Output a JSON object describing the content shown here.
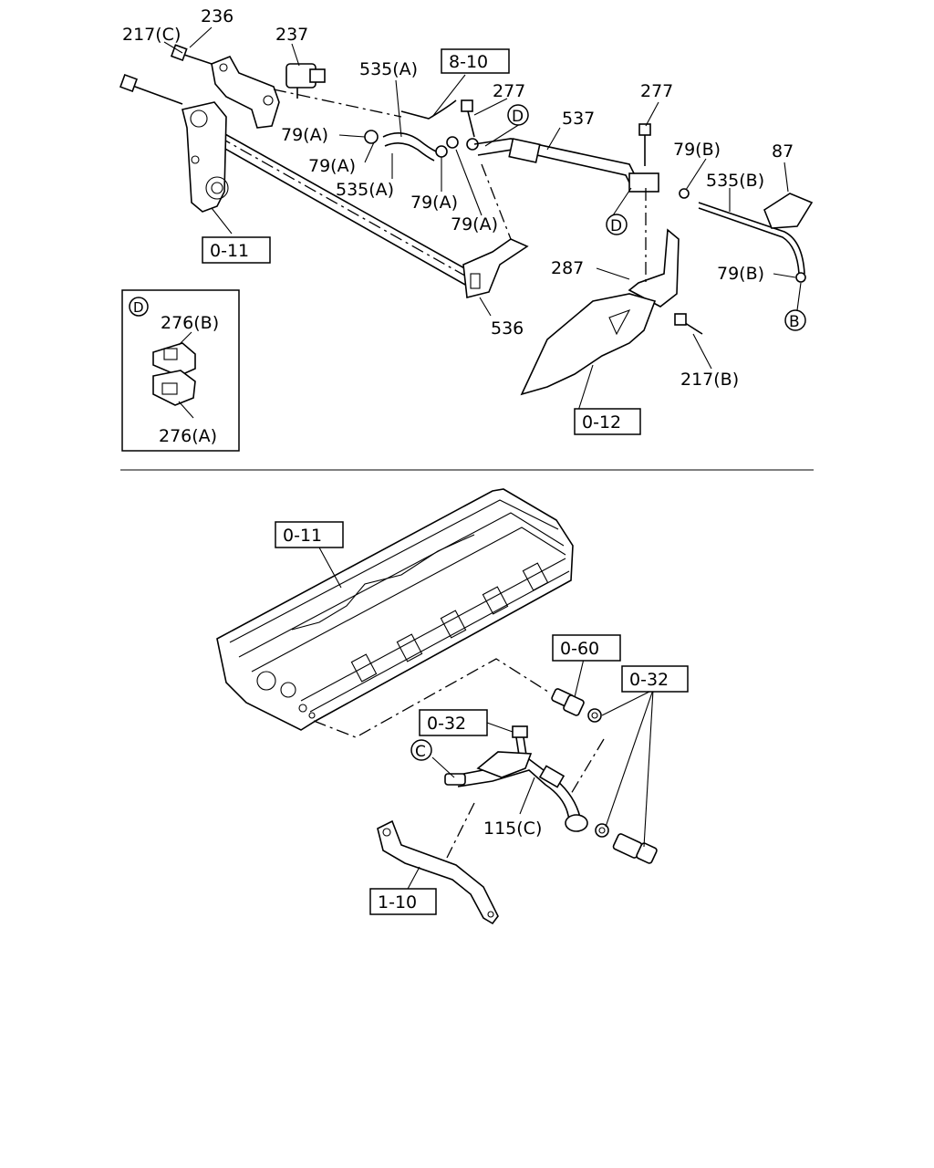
{
  "labels": {
    "l_217c": "217(C)",
    "l_236": "236",
    "l_237": "237",
    "l_535a_top": "535(A)",
    "l_277_a": "277",
    "l_277_b": "277",
    "l_537": "537",
    "l_79b_top": "79(B)",
    "l_87": "87",
    "l_79a_1": "79(A)",
    "l_79a_2": "79(A)",
    "l_535a_mid": "535(A)",
    "l_79a_3": "79(A)",
    "l_79a_4": "79(A)",
    "l_535b": "535(B)",
    "l_287": "287",
    "l_79b_bot": "79(B)",
    "l_536": "536",
    "l_276b": "276(B)",
    "l_276a": "276(A)",
    "l_217b": "217(B)",
    "l_115c": "115(C)"
  },
  "boxed_refs": {
    "r_8_10": "8-10",
    "r_0_11_top": "0-11",
    "r_0_12": "0-12",
    "r_0_11_bot": "0-11",
    "r_0_60": "0-60",
    "r_0_32_right": "0-32",
    "r_0_32_left": "0-32",
    "r_1_10": "1-10"
  },
  "markers": {
    "m_d_top": "D",
    "m_d_mid": "D",
    "m_d_inset": "D",
    "m_b": "B",
    "m_c": "C"
  }
}
